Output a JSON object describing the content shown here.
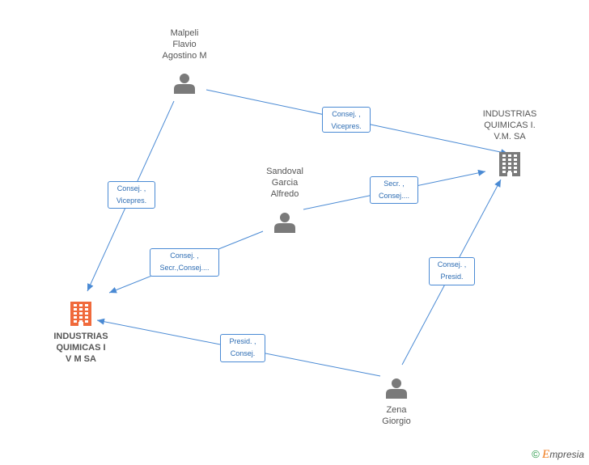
{
  "nodes": [
    {
      "id": "malpeli",
      "kind": "person",
      "label": "Malpeli\nFlavio\nAgostino M"
    },
    {
      "id": "industrias_vm",
      "kind": "company",
      "label": "INDUSTRIAS\nQUIMICAS I.\nV.M. SA"
    },
    {
      "id": "sandoval",
      "kind": "person",
      "label": "Sandoval\nGarcia\nAlfredo"
    },
    {
      "id": "industrias_focus",
      "kind": "company-focus",
      "label": "INDUSTRIAS\nQUIMICAS I\nV M SA"
    },
    {
      "id": "zena",
      "kind": "person",
      "label": "Zena\nGiorgio"
    }
  ],
  "edges": [
    {
      "from": "malpeli",
      "to": "industrias_vm",
      "label": "Consej. ,\nVicepres."
    },
    {
      "from": "malpeli",
      "to": "industrias_focus",
      "label": "Consej. ,\nVicepres."
    },
    {
      "from": "sandoval",
      "to": "industrias_vm",
      "label": "Secr. ,\nConsej...."
    },
    {
      "from": "sandoval",
      "to": "industrias_focus",
      "label": "Consej. ,\nSecr.,Consej...."
    },
    {
      "from": "zena",
      "to": "industrias_vm",
      "label": "Consej. ,\nPresid."
    },
    {
      "from": "zena",
      "to": "industrias_focus",
      "label": "Presid. ,\nConsej."
    }
  ],
  "colors": {
    "edge": "#4a8ad4",
    "person": "#7a7a7a",
    "company": "#7a7a7a",
    "focus": "#f06a3c"
  },
  "brand": {
    "copyright": "©",
    "name_first": "E",
    "name_rest": "mpresia"
  }
}
